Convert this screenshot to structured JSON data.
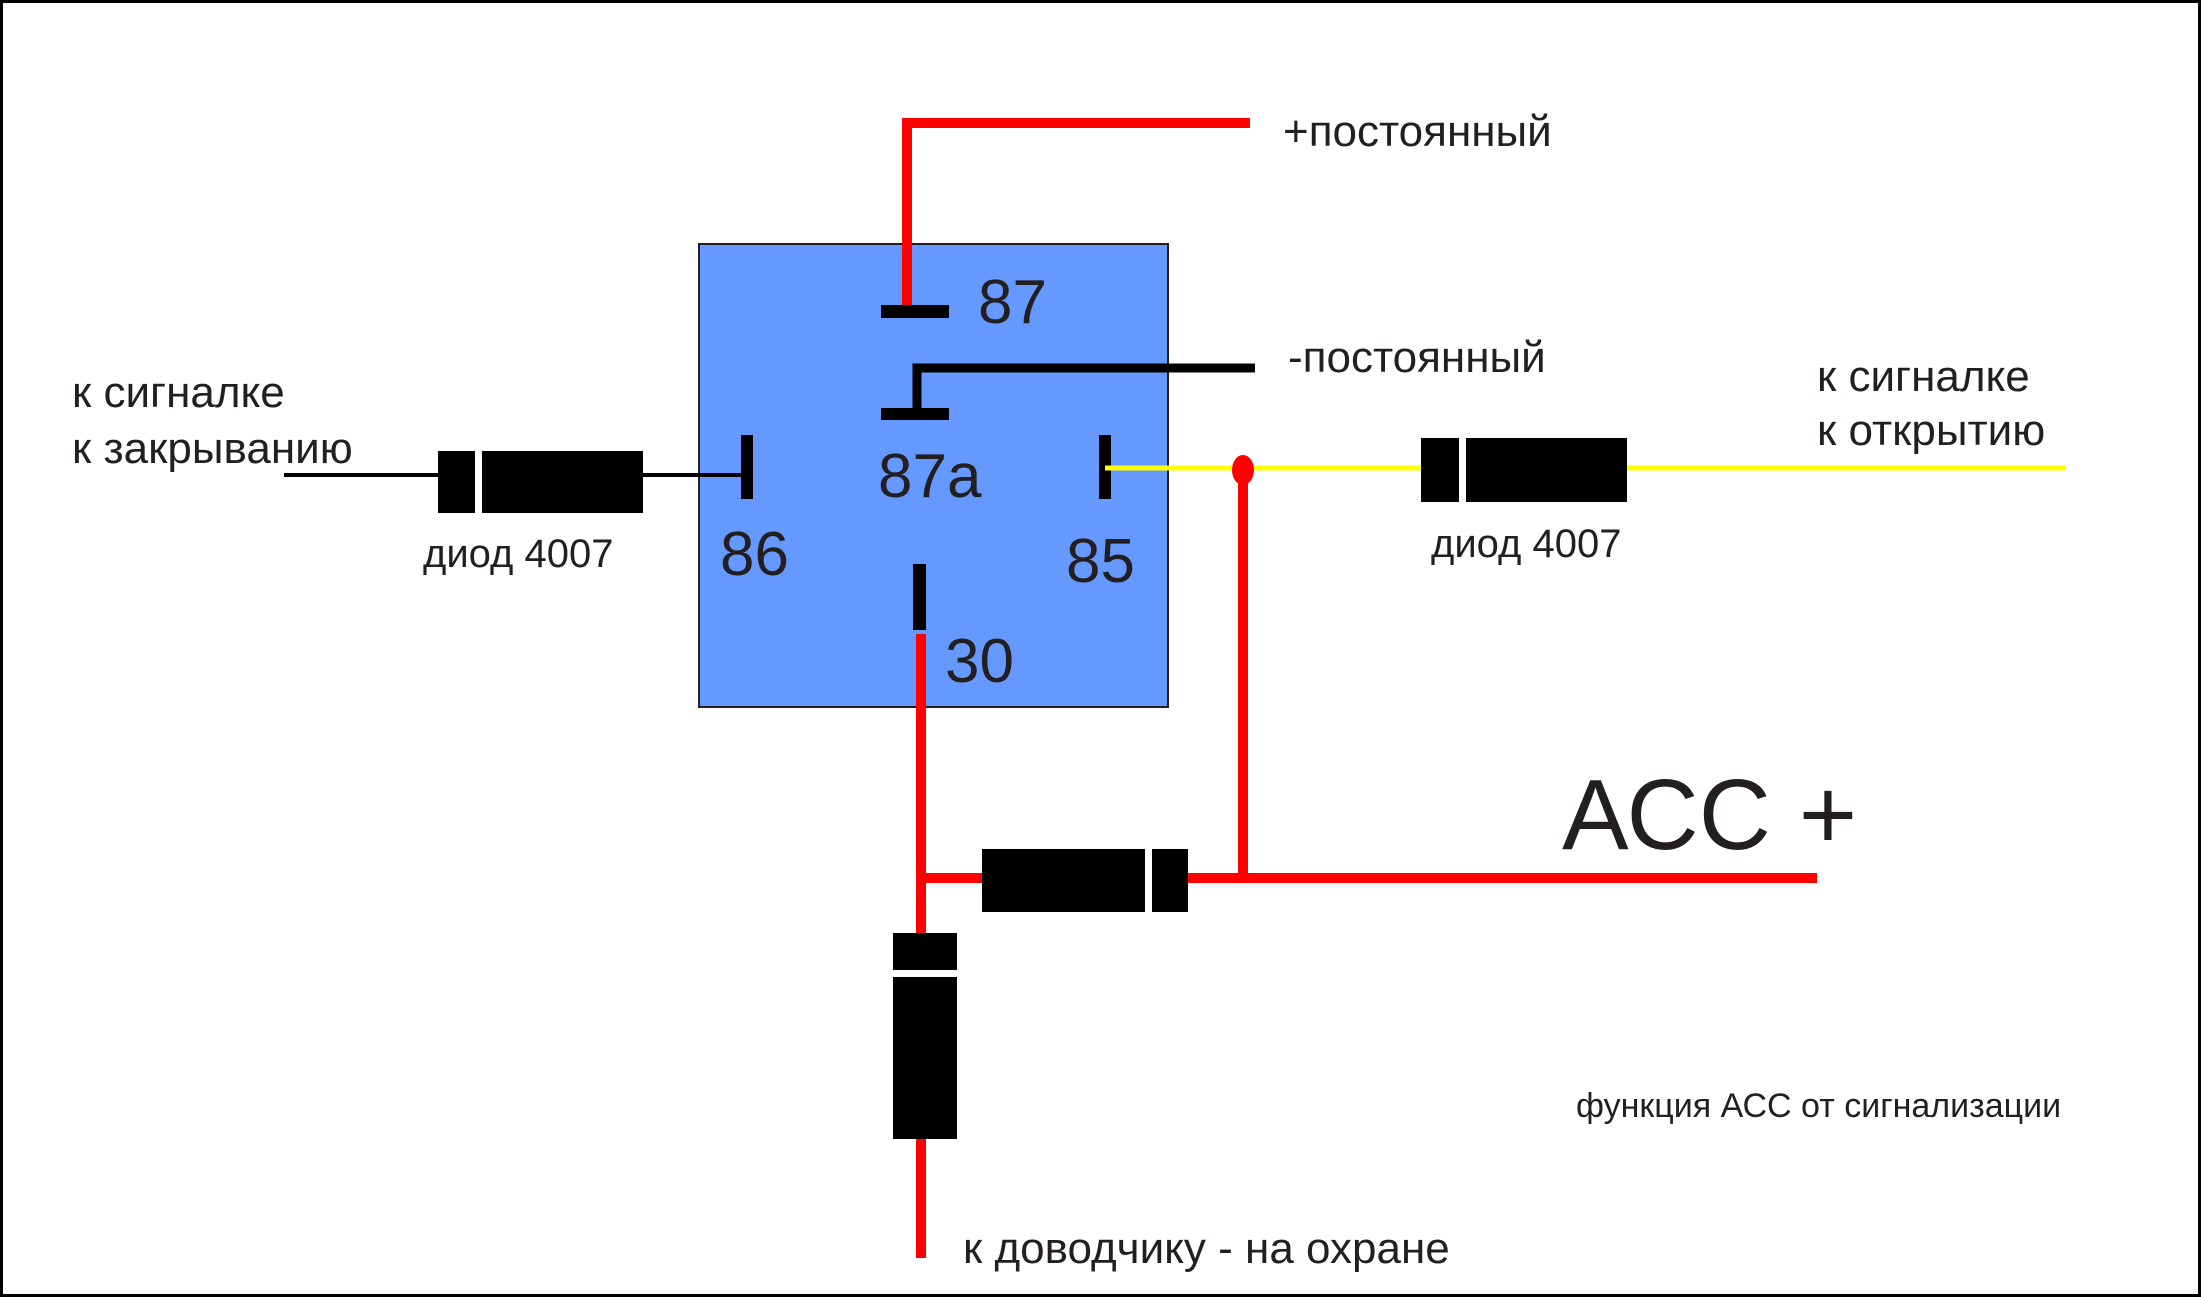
{
  "colors": {
    "relay_body": "#6699ff",
    "power_wire": "#ff0000",
    "signal_wire": "#ffff00",
    "control_wire": "#000000",
    "diode_body": "#000000",
    "diode_band": "#ffffff"
  },
  "relay": {
    "pins": {
      "p87": "87",
      "p87a": "87a",
      "p86": "86",
      "p85": "85",
      "p30": "30"
    }
  },
  "labels": {
    "plus_constant": "+постоянный",
    "minus_constant": "-постоянный",
    "close_line1": "к сигналке",
    "close_line2": "к закрыванию",
    "open_line1": "к сигналке",
    "open_line2": "к открытию",
    "diode_left": "диод 4007",
    "diode_right": "диод 4007",
    "acc_plus": "АСС +",
    "closer": "к доводчику - на охране",
    "caption": "функция АСС от сигнализации"
  }
}
